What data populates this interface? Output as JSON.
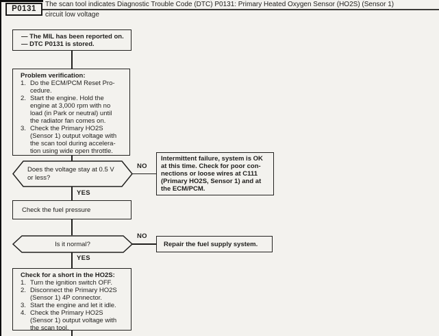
{
  "colors": {
    "background": "#f3f2ee",
    "ink": "#1f1e1c"
  },
  "header": {
    "code": "P0131",
    "desc_line1": "The scan tool indicates Diagnostic Trouble Code (DTC) P0131: Primary Heated Oxygen Sensor (HO2S) (Sensor 1)",
    "desc_line2": "circuit low voltage"
  },
  "flow": {
    "start_box": {
      "lines": [
        "—  The MIL has been reported on.",
        "—  DTC P0131 is stored."
      ]
    },
    "verify_box": {
      "title": "Problem verification:",
      "items": [
        {
          "num": "1.",
          "text": "Do the ECM/PCM Reset Pro-\ncedure."
        },
        {
          "num": "2.",
          "text": "Start the engine. Hold the\nengine at 3,000 rpm with no\nload (in Park or neutral) until\nthe radiator fan comes on."
        },
        {
          "num": "3.",
          "text": "Check the Primary HO2S\n(Sensor 1) output voltage with\nthe scan tool during accelera-\ntion using wide open throttle."
        }
      ]
    },
    "decision_voltage": {
      "question": "Does the voltage stay at 0.5 V\nor less?",
      "no_label": "NO",
      "yes_label": "YES"
    },
    "intermittent_box": {
      "text": "Intermittent failure, system is OK\nat this time. Check for poor con-\nnections or loose wires at C111\n(Primary HO2S, Sensor 1) and at\nthe ECM/PCM."
    },
    "fuel_pressure_box": {
      "text": "Check the fuel pressure"
    },
    "decision_normal": {
      "question": "Is it normal?",
      "no_label": "NO",
      "yes_label": "YES"
    },
    "repair_box": {
      "text": "Repair the fuel supply system."
    },
    "short_box": {
      "title": "Check for a short in the HO2S:",
      "items": [
        {
          "num": "1.",
          "text": "Turn the ignition switch OFF."
        },
        {
          "num": "2.",
          "text": "Disconnect the Primary HO2S\n(Sensor 1) 4P connector."
        },
        {
          "num": "3.",
          "text": "Start the engine and let it idle."
        },
        {
          "num": "4.",
          "text": "Check the Primary HO2S\n(Sensor 1) output voltage with\nthe scan tool."
        }
      ]
    }
  }
}
